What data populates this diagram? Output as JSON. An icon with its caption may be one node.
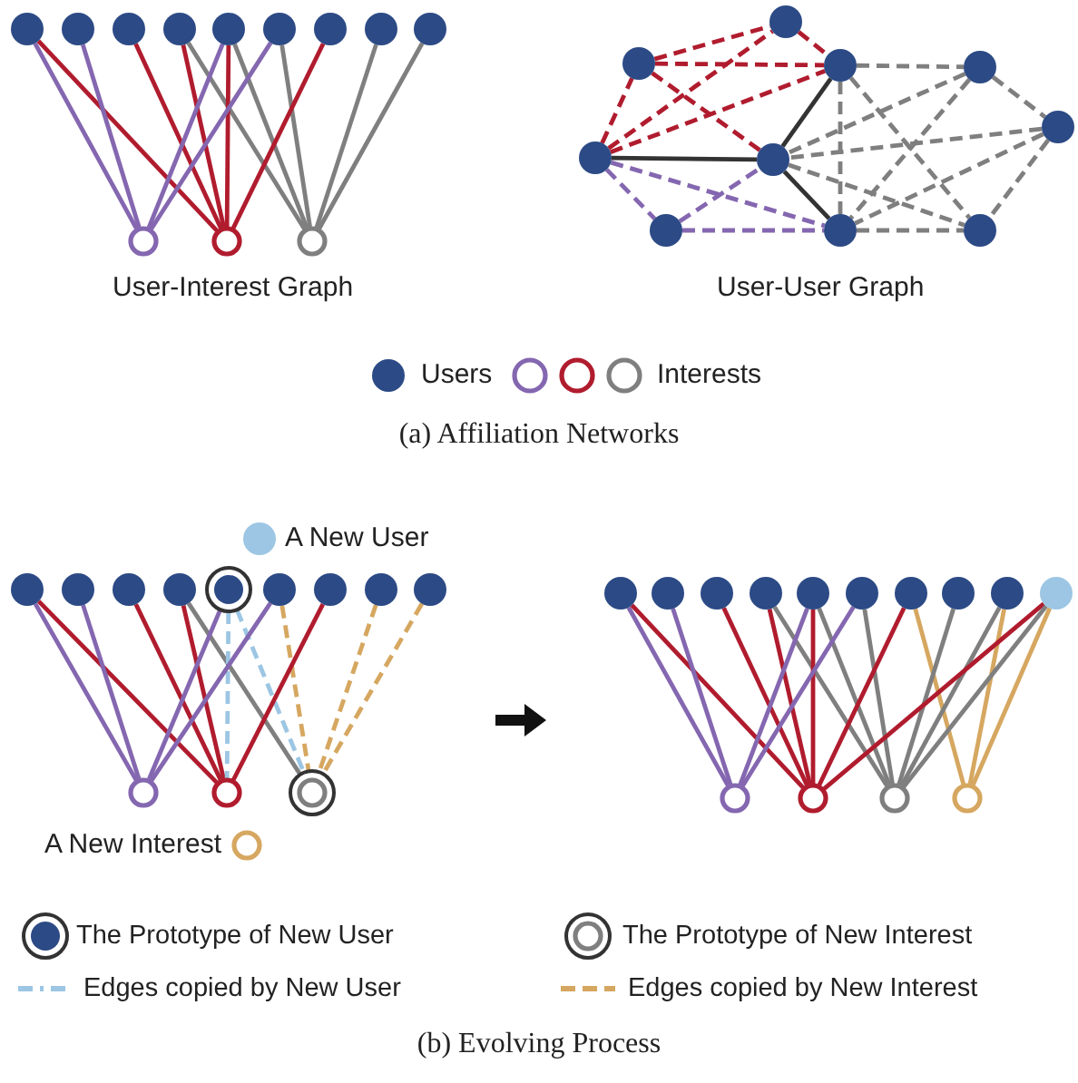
{
  "diagram": {
    "nodes": [
      {
        "text": [],
        "shape": "circle"
      },
      {
        "text": [],
        "shape": "circle"
      },
      {
        "text": [],
        "shape": "circle"
      },
      {
        "text": [],
        "shape": "circle"
      },
      {
        "text": [],
        "shape": "circle"
      },
      {
        "text": [],
        "shape": "circle"
      },
      {
        "text": [],
        "shape": "circle"
      },
      {
        "text": [],
        "shape": "circle"
      },
      {
        "text": [],
        "shape": "circle"
      },
      {
        "text": [],
        "shape": "circle"
      },
      {
        "text": [],
        "shape": "circle"
      },
      {
        "text": [],
        "shape": "circle"
      },
      {
        "text": [],
        "shape": "circle"
      },
      {
        "text": [],
        "shape": "circle"
      },
      {
        "text": [],
        "shape": "circle"
      },
      {
        "text": [],
        "shape": "circle"
      },
      {
        "text": [],
        "shape": "circle"
      },
      {
        "text": [],
        "shape": "circle"
      },
      {
        "text": [],
        "shape": "circle"
      },
      {
        "text": [],
        "shape": "circle"
      },
      {
        "text": [],
        "shape": "circle"
      },
      {
        "text": [],
        "shape": "circle"
      },
      {
        "text": [],
        "shape": "circle"
      },
      {
        "text": [],
        "shape": "circle"
      },
      {
        "text": [],
        "shape": "circle"
      },
      {
        "text": [],
        "shape": "circle"
      },
      {
        "text": [],
        "shape": "circle"
      },
      {
        "text": [],
        "shape": "circle"
      },
      {
        "text": [],
        "shape": "circle"
      },
      {
        "text": [],
        "shape": "circle"
      },
      {
        "text": [],
        "shape": "circle"
      },
      {
        "text": [],
        "shape": "circle"
      },
      {
        "text": [],
        "shape": "circle"
      },
      {
        "text": [],
        "shape": "circle"
      },
      {
        "text": [],
        "shape": "circle",
        "beside": [
          "A New User"
        ]
      },
      {
        "text": [],
        "shape": "circle",
        "beside": [
          "A New Interest"
        ]
      },
      {
        "text": [],
        "shape": "circle"
      },
      {
        "text": [],
        "shape": "circle"
      },
      {
        "text": [],
        "shape": "circle"
      },
      {
        "text": [],
        "shape": "circle"
      },
      {
        "text": [],
        "shape": "circle"
      },
      {
        "text": [],
        "shape": "circle"
      },
      {
        "text": [],
        "shape": "circle"
      },
      {
        "text": [],
        "shape": "circle"
      },
      {
        "text": [],
        "shape": "circle"
      },
      {
        "text": [],
        "shape": "circle"
      },
      {
        "text": [],
        "shape": "circle"
      },
      {
        "text": [],
        "shape": "circle"
      },
      {
        "text": [],
        "shape": "circle"
      },
      {
        "text": [],
        "shape": "circle"
      }
    ],
    "edges": [
      {
        "from": 0,
        "to": 9,
        "arrow": "none",
        "color": "#8467b0"
      },
      {
        "from": 0,
        "to": 10,
        "arrow": "none",
        "color": "#b01c2e"
      },
      {
        "from": 1,
        "to": 9,
        "arrow": "none",
        "color": "#8467b0"
      },
      {
        "from": 2,
        "to": 10,
        "arrow": "none",
        "color": "#b01c2e"
      },
      {
        "from": 3,
        "to": 10,
        "arrow": "none",
        "color": "#b01c2e"
      },
      {
        "from": 3,
        "to": 11,
        "arrow": "none",
        "color": "#7f7f7f"
      },
      {
        "from": 4,
        "to": 9,
        "arrow": "none",
        "color": "#8467b0"
      },
      {
        "from": 4,
        "to": 10,
        "arrow": "none",
        "color": "#b01c2e"
      },
      {
        "from": 4,
        "to": 11,
        "arrow": "none",
        "color": "#7f7f7f"
      },
      {
        "from": 5,
        "to": 9,
        "arrow": "none",
        "color": "#8467b0"
      },
      {
        "from": 5,
        "to": 11,
        "arrow": "none",
        "color": "#7f7f7f"
      },
      {
        "from": 6,
        "to": 10,
        "arrow": "none",
        "color": "#b01c2e"
      },
      {
        "from": 7,
        "to": 11,
        "arrow": "none",
        "color": "#7f7f7f"
      },
      {
        "from": 8,
        "to": 11,
        "arrow": "none",
        "color": "#7f7f7f"
      },
      {
        "from": 13,
        "to": 12,
        "arrow": "none",
        "style": "dashed",
        "color": "#b01c2e"
      },
      {
        "from": 12,
        "to": 14,
        "arrow": "none",
        "style": "dashed",
        "color": "#b01c2e"
      },
      {
        "from": 13,
        "to": 14,
        "arrow": "none",
        "style": "dashed",
        "color": "#b01c2e"
      },
      {
        "from": 13,
        "to": 17,
        "arrow": "none",
        "style": "dashed",
        "color": "#b01c2e"
      },
      {
        "from": 16,
        "to": 13,
        "arrow": "none",
        "style": "dashed",
        "color": "#b01c2e"
      },
      {
        "from": 16,
        "to": 12,
        "arrow": "none",
        "style": "dashed",
        "color": "#b01c2e"
      },
      {
        "from": 16,
        "to": 14,
        "arrow": "none",
        "style": "dashed",
        "color": "#b01c2e"
      },
      {
        "from": 16,
        "to": 17,
        "arrow": "none",
        "color": "#333333"
      },
      {
        "from": 17,
        "to": 14,
        "arrow": "none",
        "color": "#333333"
      },
      {
        "from": 17,
        "to": 20,
        "arrow": "none",
        "color": "#333333"
      },
      {
        "from": 16,
        "to": 19,
        "arrow": "none",
        "style": "dashed",
        "color": "#8467b0"
      },
      {
        "from": 16,
        "to": 20,
        "arrow": "none",
        "style": "dashed",
        "color": "#8467b0"
      },
      {
        "from": 19,
        "to": 20,
        "arrow": "none",
        "style": "dashed",
        "color": "#8467b0"
      },
      {
        "from": 19,
        "to": 17,
        "arrow": "none",
        "style": "dashed",
        "color": "#8467b0"
      },
      {
        "from": 14,
        "to": 15,
        "arrow": "none",
        "style": "dashed",
        "color": "#7f7f7f"
      },
      {
        "from": 14,
        "to": 20,
        "arrow": "none",
        "style": "dashed",
        "color": "#7f7f7f"
      },
      {
        "from": 14,
        "to": 21,
        "arrow": "none",
        "style": "dashed",
        "color": "#7f7f7f"
      },
      {
        "from": 15,
        "to": 17,
        "arrow": "none",
        "style": "dashed",
        "color": "#7f7f7f"
      },
      {
        "from": 15,
        "to": 18,
        "arrow": "none",
        "style": "dashed",
        "color": "#7f7f7f"
      },
      {
        "from": 15,
        "to": 20,
        "arrow": "none",
        "style": "dashed",
        "color": "#7f7f7f"
      },
      {
        "from": 18,
        "to": 17,
        "arrow": "none",
        "style": "dashed",
        "color": "#7f7f7f"
      },
      {
        "from": 18,
        "to": 20,
        "arrow": "none",
        "style": "dashed",
        "color": "#7f7f7f"
      },
      {
        "from": 18,
        "to": 21,
        "arrow": "none",
        "style": "dashed",
        "color": "#7f7f7f"
      },
      {
        "from": 20,
        "to": 21,
        "arrow": "none",
        "style": "dashed",
        "color": "#7f7f7f"
      },
      {
        "from": 17,
        "to": 21,
        "arrow": "none",
        "style": "dashed",
        "color": "#7f7f7f"
      },
      {
        "from": 22,
        "to": 31,
        "arrow": "none",
        "color": "#8467b0"
      },
      {
        "from": 22,
        "to": 32,
        "arrow": "none",
        "color": "#b01c2e"
      },
      {
        "from": 23,
        "to": 31,
        "arrow": "none",
        "color": "#8467b0"
      },
      {
        "from": 24,
        "to": 32,
        "arrow": "none",
        "color": "#b01c2e"
      },
      {
        "from": 25,
        "to": 32,
        "arrow": "none",
        "color": "#b01c2e"
      },
      {
        "from": 25,
        "to": 33,
        "arrow": "none",
        "color": "#7f7f7f"
      },
      {
        "from": 26,
        "to": 31,
        "arrow": "none",
        "color": "#8467b0"
      },
      {
        "from": 26,
        "to": 32,
        "arrow": "none",
        "style": "dashed",
        "color": "#9cc6e3"
      },
      {
        "from": 26,
        "to": 33,
        "arrow": "none",
        "style": "dashed",
        "color": "#9cc6e3"
      },
      {
        "from": 27,
        "to": 31,
        "arrow": "none",
        "color": "#8467b0"
      },
      {
        "from": 27,
        "to": 33,
        "arrow": "none",
        "style": "dashed",
        "color": "#d6a760"
      },
      {
        "from": 28,
        "to": 32,
        "arrow": "none",
        "color": "#b01c2e"
      },
      {
        "from": 29,
        "to": 33,
        "arrow": "none",
        "style": "dashed",
        "color": "#d6a760"
      },
      {
        "from": 30,
        "to": 33,
        "arrow": "none",
        "style": "dashed",
        "color": "#d6a760"
      },
      {
        "from": 36,
        "to": 46,
        "arrow": "none",
        "color": "#8467b0"
      },
      {
        "from": 36,
        "to": 47,
        "arrow": "none",
        "color": "#b01c2e"
      },
      {
        "from": 37,
        "to": 46,
        "arrow": "none",
        "color": "#8467b0"
      },
      {
        "from": 38,
        "to": 47,
        "arrow": "none",
        "color": "#b01c2e"
      },
      {
        "from": 39,
        "to": 47,
        "arrow": "none",
        "color": "#b01c2e"
      },
      {
        "from": 39,
        "to": 48,
        "arrow": "none",
        "color": "#7f7f7f"
      },
      {
        "from": 40,
        "to": 46,
        "arrow": "none",
        "color": "#8467b0"
      },
      {
        "from": 40,
        "to": 47,
        "arrow": "none",
        "color": "#b01c2e"
      },
      {
        "from": 40,
        "to": 48,
        "arrow": "none",
        "color": "#7f7f7f"
      },
      {
        "from": 41,
        "to": 46,
        "arrow": "none",
        "color": "#8467b0"
      },
      {
        "from": 41,
        "to": 48,
        "arrow": "none",
        "color": "#7f7f7f"
      },
      {
        "from": 42,
        "to": 47,
        "arrow": "none",
        "color": "#b01c2e"
      },
      {
        "from": 42,
        "to": 49,
        "arrow": "none",
        "color": "#d6a760"
      },
      {
        "from": 43,
        "to": 48,
        "arrow": "none",
        "color": "#7f7f7f"
      },
      {
        "from": 44,
        "to": 48,
        "arrow": "none",
        "color": "#7f7f7f"
      },
      {
        "from": 44,
        "to": 49,
        "arrow": "none",
        "color": "#d6a760"
      },
      {
        "from": 45,
        "to": 47,
        "arrow": "none",
        "color": "#b01c2e"
      },
      {
        "from": 45,
        "to": 48,
        "arrow": "none",
        "color": "#7f7f7f"
      },
      {
        "from": 45,
        "to": 49,
        "arrow": "none",
        "color": "#d6a760"
      }
    ],
    "labels": [
      "User-Interest Graph",
      "User-User Graph",
      "(a) Affiliation Networks",
      "(b) Evolving Process"
    ],
    "legend": [
      {
        "text": "Users",
        "color": "#2c4a85"
      },
      {
        "text": "Interests"
      },
      {
        "text": "The Prototype of New User"
      },
      {
        "text": "The Prototype of New Interest"
      },
      {
        "text": "Edges copied by New User"
      },
      {
        "text": "Edges copied by New Interest"
      }
    ]
  }
}
